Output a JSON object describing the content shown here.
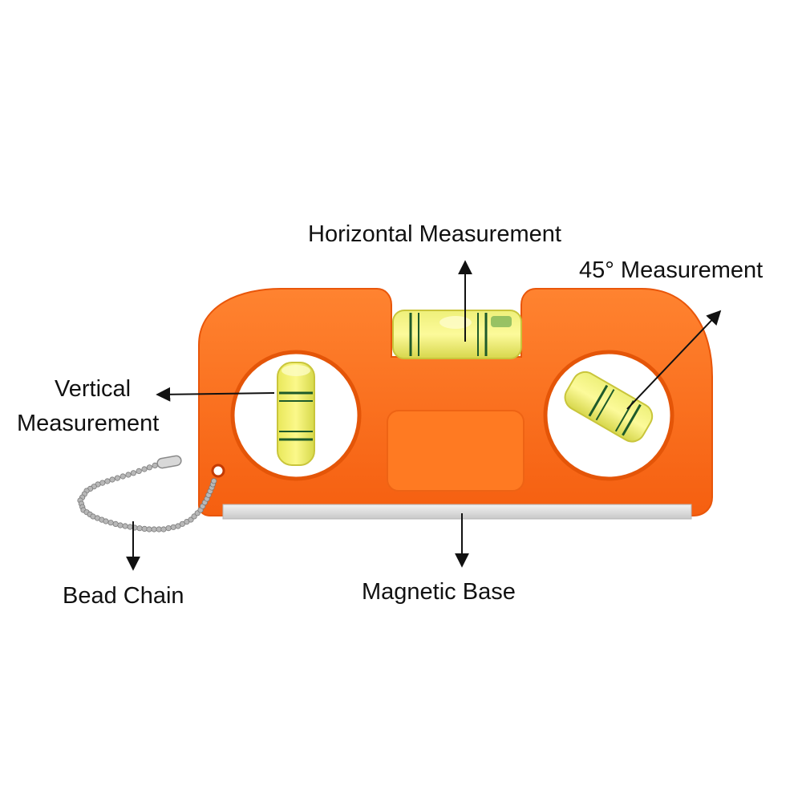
{
  "labels": {
    "horizontal": "Horizontal Measurement",
    "angle45": "45° Measurement",
    "vertical_line1": "Vertical",
    "vertical_line2": "Measurement",
    "bead_chain": "Bead Chain",
    "magnetic_base": "Magnetic Base"
  },
  "colors": {
    "body": "#ff6f1a",
    "body_shadow": "#f05a0c",
    "vial_liquid": "#f4ee6a",
    "vial_marks": "#1d5a2a",
    "base_strip": "#d9d9d9",
    "chain": "#b8b8b8",
    "arrow": "#111111",
    "text": "#111111"
  }
}
